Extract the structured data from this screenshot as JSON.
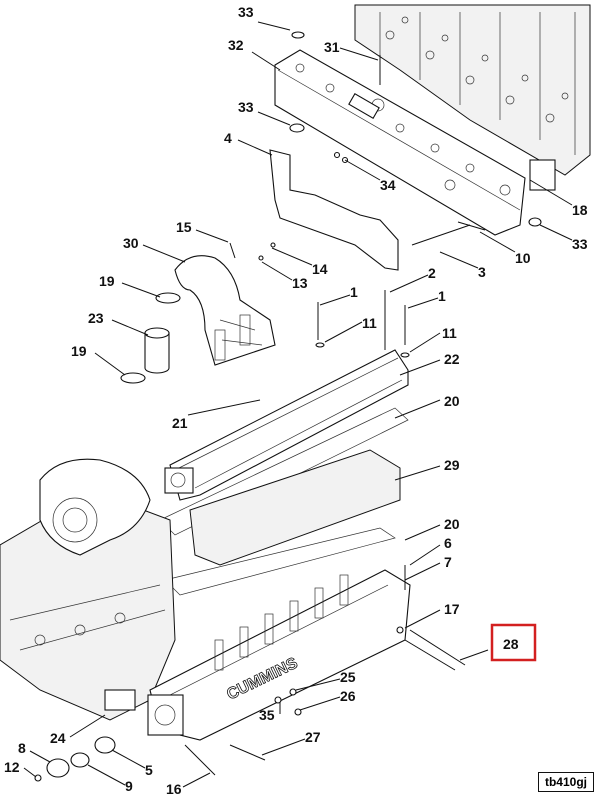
{
  "diagram": {
    "reference_code": "tb410gj",
    "highlighted_callout": "28",
    "callouts": [
      "33",
      "32",
      "31",
      "33",
      "4",
      "34",
      "18",
      "33",
      "10",
      "3",
      "15",
      "30",
      "14",
      "13",
      "19",
      "23",
      "19",
      "1",
      "2",
      "1",
      "11",
      "11",
      "22",
      "21",
      "20",
      "29",
      "20",
      "6",
      "7",
      "17",
      "28",
      "25",
      "26",
      "35",
      "27",
      "24",
      "8",
      "12",
      "9",
      "5",
      "16"
    ],
    "colors": {
      "ink": "#111111",
      "highlight": "#d32020",
      "background": "#ffffff"
    }
  }
}
